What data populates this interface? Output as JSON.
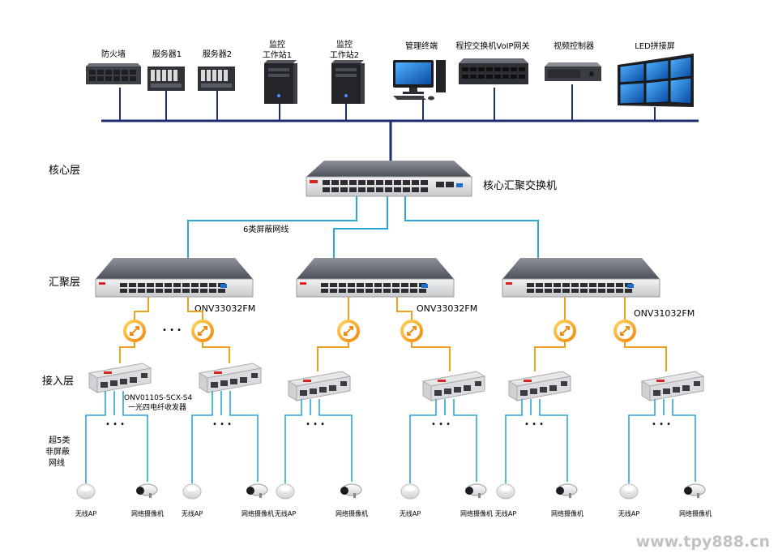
{
  "top_devices": [
    {
      "label": "防火墙",
      "icon": "firewall-icon"
    },
    {
      "label": "服务器1",
      "icon": "server-icon"
    },
    {
      "label": "服务器2",
      "icon": "server-icon"
    },
    {
      "label": "监控\n工作站1",
      "icon": "workstation-tower-icon"
    },
    {
      "label": "监控\n工作站2",
      "icon": "workstation-tower-icon"
    },
    {
      "label": "管理终端",
      "icon": "desktop-computer-icon"
    },
    {
      "label": "程控交换机VoIP网关",
      "icon": "voip-gateway-icon"
    },
    {
      "label": "视频控制器",
      "icon": "video-controller-icon"
    },
    {
      "label": "LED拼接屏",
      "icon": "led-video-wall-icon"
    }
  ],
  "layers": {
    "core": "核心层",
    "aggregation": "汇聚层",
    "access": "接入层"
  },
  "core_switch_label": "核心汇聚交换机",
  "cable_cat6_label": "6类屏蔽网线",
  "agg_switches": [
    "ONV33032FM",
    "ONV33032FM",
    "ONV31032FM"
  ],
  "fiber_transceiver_label_1": "ONV0110S-SCX-S4",
  "fiber_transceiver_label_2": "一光四电纤收发器",
  "cable_cat5e_label": "超5类\n非屏蔽\n网线",
  "end_devices": {
    "ap": "无线AP",
    "camera": "网络摄像机"
  },
  "ellipsis": "• • •",
  "watermark": "www.tpy888.cn",
  "colors": {
    "bus_line": "#1e2d6e",
    "cyan_cable": "#2aa7d6",
    "fiber": "#f0a020",
    "device_gray": "#3a3d42",
    "watermark": "#c8c8c8"
  }
}
